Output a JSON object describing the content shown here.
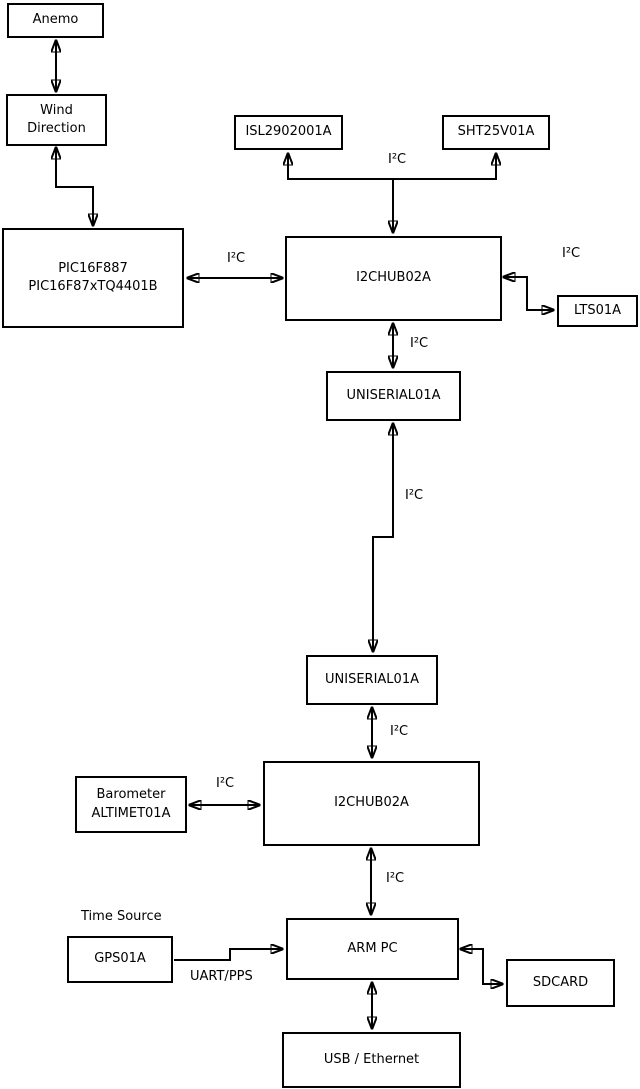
{
  "diagram": {
    "nodes": {
      "anemo": {
        "label": "Anemo"
      },
      "wind_direction": {
        "label": "Wind\nDirection"
      },
      "pic": {
        "label": "PIC16F887\nPIC16F87xTQ4401B"
      },
      "isl": {
        "label": "ISL2902001A"
      },
      "sht": {
        "label": "SHT25V01A"
      },
      "i2chub_top": {
        "label": "I2CHUB02A"
      },
      "lts": {
        "label": "LTS01A"
      },
      "uniserial_top": {
        "label": "UNISERIAL01A"
      },
      "uniserial_bottom": {
        "label": "UNISERIAL01A"
      },
      "barometer": {
        "label": "Barometer\nALTIMET01A"
      },
      "i2chub_bottom": {
        "label": "I2CHUB02A"
      },
      "gps": {
        "label": "GPS01A"
      },
      "arm_pc": {
        "label": "ARM PC"
      },
      "sdcard": {
        "label": "SDCARD"
      },
      "usb_ethernet": {
        "label": "USB / Ethernet"
      }
    },
    "edge_labels": {
      "i2c": "I²C",
      "uart_pps": "UART/PPS",
      "time_source": "Time Source"
    },
    "colors": {
      "line": "#000000",
      "box_fill": "#ffffff"
    }
  }
}
